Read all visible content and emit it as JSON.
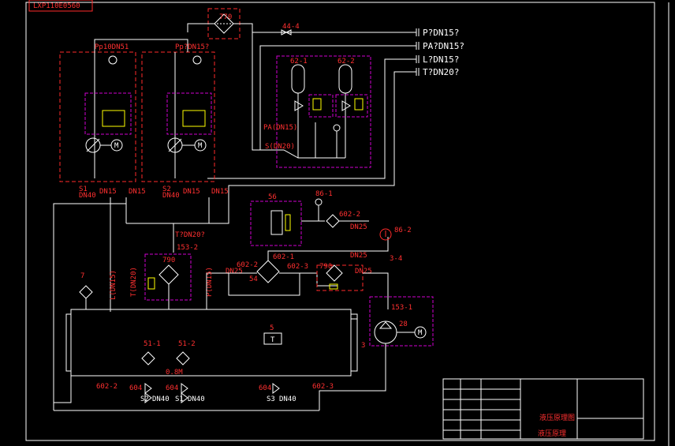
{
  "colors": {
    "background": "#000000",
    "line": "#ffffff",
    "label": "#ff3030",
    "box": "#d000d0",
    "accent": "#ffff00"
  },
  "drawing_no": "LXP110E0560",
  "ports": [
    "P?DN15?",
    "PA?DN15?",
    "L?DN15?",
    "T?DN20?"
  ],
  "labels": {
    "filter_top": "770",
    "valve_top": "44-4",
    "pump1_flow": "Pp10DN51",
    "pump2_flow": "Pp?DN15?",
    "pump1_id": "S1",
    "pump2_id": "S2",
    "s1_dn40": "DN40",
    "s1_dn15": "DN15",
    "s1_dn15b": "DN15",
    "s2_dn40": "DN40",
    "s2_dn15": "DN15",
    "s2_dn15b": "DN15",
    "accu_left": "62-1",
    "accu_right": "62-2",
    "valve_block": "56",
    "gauge_mid": "86-1",
    "filter_mid": "602-2",
    "filter_mid_dn": "DN25",
    "t_line": "T?DN20?",
    "item_153_2": "153-2",
    "item_790a": "790",
    "item_790b": "790",
    "filter_54": "54",
    "v602_1": "602-1",
    "v602_3": "602-3",
    "v602_2": "602-2",
    "dn25_a": "DN25",
    "dn25_b": "DN25",
    "dn25_c": "DN25",
    "gauge_right": "86-2",
    "item_3_4": "3-4",
    "item_153_1": "153-1",
    "motor_28": "28",
    "temp_7": "7",
    "tank_5": "5",
    "t_symbol": "T",
    "heater_51_1": "51-1",
    "heater_51_2": "51-2",
    "level": "0.8M",
    "l_dn15": "L(DN15)",
    "t_dn20": "T(DN20)",
    "p_dn15": "P(DN15)",
    "drain_602_2": "602-2",
    "drain_604a": "604",
    "drain_604b": "604",
    "drain_604c": "604",
    "drain_602_3": "602-3",
    "drain_s2": "S2",
    "drain_s1": "S1",
    "drain_s3": "S3",
    "dn40_1": "DN40",
    "dn40_2": "DN40",
    "dn40_3": "DN40",
    "title_name": "液压原理图",
    "title_sub": "液压原理"
  }
}
